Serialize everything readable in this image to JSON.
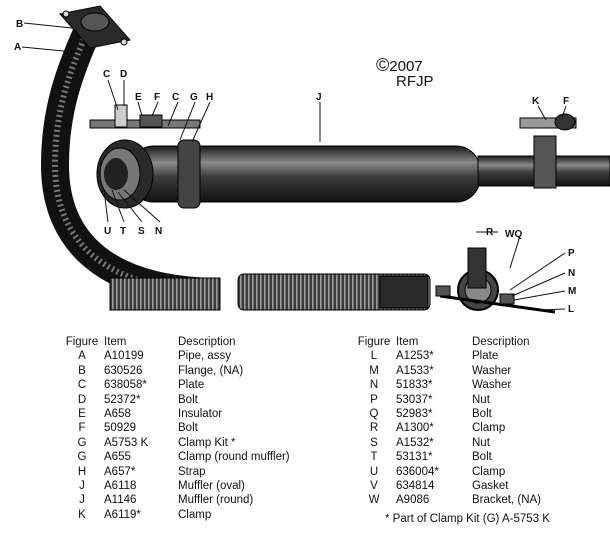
{
  "copyright": {
    "symbol": "©",
    "year": "2007",
    "owner": "RFJP"
  },
  "callouts": {
    "a": "A",
    "b": "B",
    "c": "C",
    "d": "D",
    "e": "E",
    "f": "F",
    "g": "G",
    "h": "H",
    "j": "J",
    "k": "K",
    "f2": "F",
    "c2": "C",
    "u": "U",
    "t": "T",
    "s": "S",
    "n": "N",
    "p": "P",
    "n2": "N",
    "m": "M",
    "l": "L",
    "r": "R",
    "wq": "WQ"
  },
  "parts_table": {
    "headers": {
      "figure": "Figure",
      "item": "Item",
      "description": "Description"
    },
    "left": [
      {
        "figure": "A",
        "item": "A10199",
        "description": "Pipe, assy"
      },
      {
        "figure": "B",
        "item": "630526",
        "description": "Flange, (NA)"
      },
      {
        "figure": "C",
        "item": "638058*",
        "description": "Plate"
      },
      {
        "figure": "D",
        "item": "52372*",
        "description": "Bolt"
      },
      {
        "figure": "E",
        "item": "A658",
        "description": "Insulator"
      },
      {
        "figure": "F",
        "item": "50929",
        "description": "Bolt"
      },
      {
        "figure": "G",
        "item": "A5753 K",
        "description": "Clamp Kit *"
      },
      {
        "figure": "G",
        "item": "A655",
        "description": "Clamp (round muffler)"
      },
      {
        "figure": "H",
        "item": "A657*",
        "description": "Strap"
      },
      {
        "figure": "J",
        "item": "A6118",
        "description": "Muffler (oval)"
      },
      {
        "figure": "J",
        "item": "A1146",
        "description": "Muffler (round)"
      },
      {
        "figure": "K",
        "item": "A6119*",
        "description": "Clamp"
      }
    ],
    "right": [
      {
        "figure": "L",
        "item": "A1253*",
        "description": "Plate"
      },
      {
        "figure": "M",
        "item": "A1533*",
        "description": "Washer"
      },
      {
        "figure": "N",
        "item": "51833*",
        "description": "Washer"
      },
      {
        "figure": "P",
        "item": "53037*",
        "description": "Nut"
      },
      {
        "figure": "Q",
        "item": "52983*",
        "description": "Bolt"
      },
      {
        "figure": "R",
        "item": "A1300*",
        "description": "Clamp"
      },
      {
        "figure": "S",
        "item": "A1532*",
        "description": "Nut"
      },
      {
        "figure": "T",
        "item": "53131*",
        "description": "Bolt"
      },
      {
        "figure": "U",
        "item": "636004*",
        "description": "Clamp"
      },
      {
        "figure": "V",
        "item": "634814",
        "description": "Gasket"
      },
      {
        "figure": "W",
        "item": "A9086",
        "description": "Bracket, (NA)"
      }
    ],
    "footnote": "*  Part of Clamp Kit (G) A-5753 K"
  }
}
